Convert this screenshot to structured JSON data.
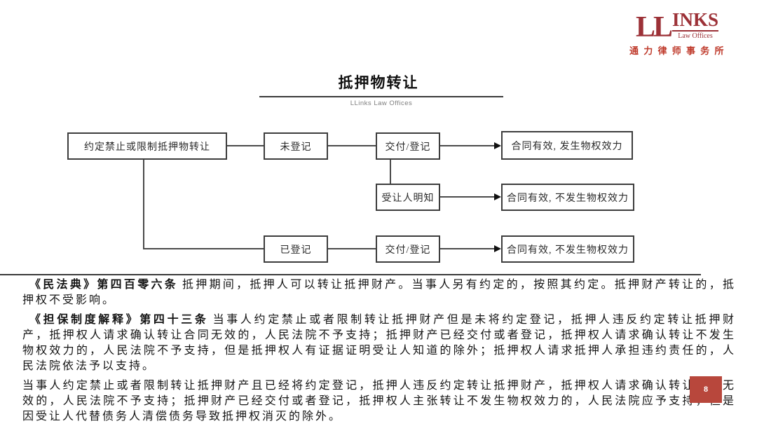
{
  "logo": {
    "ll": "LL",
    "inks": "INKS",
    "sub": "Law Offices",
    "chinese": "通 力 律 师 事 务 所",
    "brand_color": "#9c3137"
  },
  "header": {
    "title": "抵押物转让",
    "subtitle": "LLinks Law Offices"
  },
  "flowchart": {
    "nodes": [
      {
        "id": "restrict-agreement",
        "label": "约定禁止或限制抵押物转让"
      },
      {
        "id": "not-registered",
        "label": "未登记"
      },
      {
        "id": "delivery-registration-1",
        "label": "交付/登记"
      },
      {
        "id": "result-valid-effective",
        "label": "合同有效, 发生物权效力"
      },
      {
        "id": "transferee-knows",
        "label": "受让人明知"
      },
      {
        "id": "result-valid-not-effective-1",
        "label": "合同有效, 不发生物权效力"
      },
      {
        "id": "registered",
        "label": "已登记"
      },
      {
        "id": "delivery-registration-2",
        "label": "交付/登记"
      },
      {
        "id": "result-valid-not-effective-2",
        "label": "合同有效, 不发生物权效力"
      }
    ]
  },
  "paragraphs": [
    {
      "lead": "《民法典》第四百零六条",
      "body": "抵押期间，抵押人可以转让抵押财产。当事人另有约定的，按照其约定。抵押财产转让的，抵押权不受影响。"
    },
    {
      "lead": "《担保制度解释》第四十三条",
      "body": "当事人约定禁止或者限制转让抵押财产但是未将约定登记，抵押人违反约定转让抵押财产，抵押权人请求确认转让合同无效的，人民法院不予支持；抵押财产已经交付或者登记，抵押权人请求确认转让不发生物权效力的，人民法院不予支持，但是抵押权人有证据证明受让人知道的除外；抵押权人请求抵押人承担违约责任的，人民法院依法予以支持。"
    },
    {
      "lead": "",
      "body": "当事人约定禁止或者限制转让抵押财产且已经将约定登记，抵押人违反约定转让抵押财产，抵押权人请求确认转让合同无效的，人民法院不予支持；抵押财产已经交付或者登记，抵押权人主张转让不发生物权效力的，人民法院应予支持，但是因受让人代替债务人清偿债务导致抵押权消灭的除外。"
    }
  ],
  "footer": {
    "page_number": "8"
  },
  "colors": {
    "brand_red": "#9c3137",
    "badge_red": "#b8473c",
    "body_text": "#141414"
  }
}
